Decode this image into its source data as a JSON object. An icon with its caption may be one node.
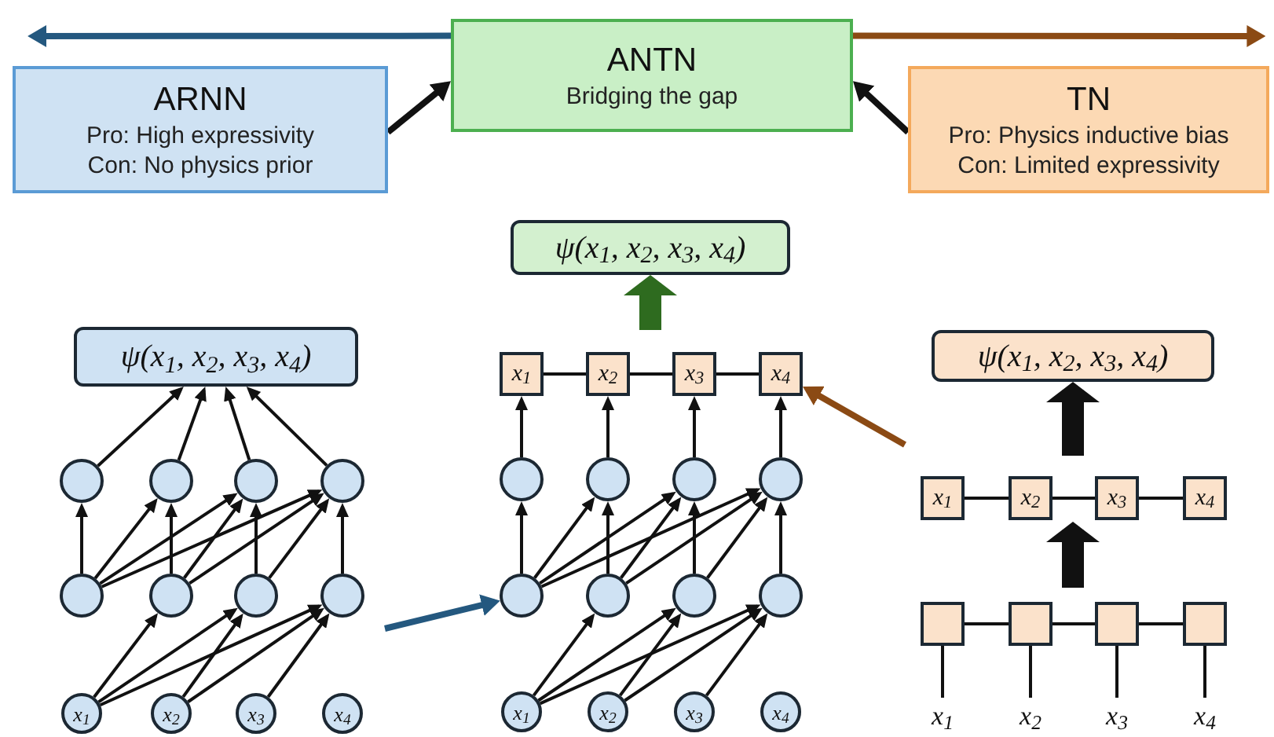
{
  "diagram": {
    "nodes": [
      {
        "text": [
          "ARNN",
          "Pro: High expressivity",
          "Con: No physics prior"
        ]
      },
      {
        "text": [
          "ANTN",
          "Bridging the gap"
        ]
      },
      {
        "text": [
          "TN",
          "Pro: Physics inductive bias",
          "Con: Limited expressivity"
        ]
      },
      {
        "text": [
          "ψ(x$_{1}$, x$_{2}$, x$_{3}$, x$_{4}$)"
        ]
      },
      {
        "text": [],
        "shape": "circle"
      },
      {
        "text": [],
        "shape": "circle"
      },
      {
        "text": [],
        "shape": "circle"
      },
      {
        "text": [],
        "shape": "circle"
      },
      {
        "text": [],
        "shape": "circle"
      },
      {
        "text": [],
        "shape": "circle"
      },
      {
        "text": [],
        "shape": "circle"
      },
      {
        "text": [],
        "shape": "circle"
      },
      {
        "text": [
          "x$_{1}$"
        ]
      },
      {
        "text": [
          "x$_{2}$"
        ]
      },
      {
        "text": [
          "x$_{3}$"
        ]
      },
      {
        "text": [
          "x$_{4}$"
        ]
      },
      {
        "text": [
          "ψ(x$_{1}$, x$_{2}$, x$_{3}$, x$_{4}$)"
        ]
      },
      {
        "text": [
          "x$_{1}$"
        ]
      },
      {
        "text": [
          "x$_{2}$"
        ]
      },
      {
        "text": [
          "x$_{3}$"
        ]
      },
      {
        "text": [
          "x$_{4}$"
        ]
      },
      {
        "text": [],
        "shape": "circle"
      },
      {
        "text": [],
        "shape": "circle"
      },
      {
        "text": [],
        "shape": "circle"
      },
      {
        "text": [],
        "shape": "circle"
      },
      {
        "text": [],
        "shape": "circle"
      },
      {
        "text": [],
        "shape": "circle"
      },
      {
        "text": [],
        "shape": "circle"
      },
      {
        "text": [],
        "shape": "circle"
      },
      {
        "text": [
          "x$_{1}$"
        ]
      },
      {
        "text": [
          "x$_{2}$"
        ]
      },
      {
        "text": [
          "x$_{3}$"
        ]
      },
      {
        "text": [
          "x$_{4}$"
        ]
      },
      {
        "text": [
          "ψ(x$_{1}$, x$_{2}$, x$_{3}$, x$_{4}$)"
        ]
      },
      {
        "text": [
          "x$_{1}$"
        ]
      },
      {
        "text": [
          "x$_{2}$"
        ]
      },
      {
        "text": [
          "x$_{3}$"
        ]
      },
      {
        "text": [
          "x$_{4}$"
        ]
      },
      {
        "text": [],
        "shape": "box"
      },
      {
        "text": [],
        "shape": "box"
      },
      {
        "text": [],
        "shape": "box"
      },
      {
        "text": [],
        "shape": "box"
      },
      {
        "text": [
          "x$_{1}$"
        ]
      },
      {
        "text": [
          "x$_{2}$"
        ]
      },
      {
        "text": [
          "x$_{3}$"
        ]
      },
      {
        "text": [
          "x$_{4}$"
        ]
      }
    ],
    "edges": [
      {
        "from": 1,
        "to": 0,
        "arrow": "to",
        "style": "thick",
        "color": "#24587f"
      },
      {
        "from": 1,
        "to": 2,
        "arrow": "to",
        "style": "thick",
        "color": "#8b4a14"
      },
      {
        "from": 0,
        "to": 1,
        "arrow": "to",
        "style": "thick"
      },
      {
        "from": 2,
        "to": 1,
        "arrow": "to",
        "style": "thick"
      },
      {
        "from": 4,
        "to": 3,
        "arrow": "to"
      },
      {
        "from": 5,
        "to": 3,
        "arrow": "to"
      },
      {
        "from": 6,
        "to": 3,
        "arrow": "to"
      },
      {
        "from": 7,
        "to": 3,
        "arrow": "to"
      },
      {
        "from": 8,
        "to": 4,
        "arrow": "to"
      },
      {
        "from": 8,
        "to": 5,
        "arrow": "to"
      },
      {
        "from": 8,
        "to": 6,
        "arrow": "to"
      },
      {
        "from": 8,
        "to": 7,
        "arrow": "to"
      },
      {
        "from": 9,
        "to": 5,
        "arrow": "to"
      },
      {
        "from": 9,
        "to": 6,
        "arrow": "to"
      },
      {
        "from": 9,
        "to": 7,
        "arrow": "to"
      },
      {
        "from": 10,
        "to": 6,
        "arrow": "to"
      },
      {
        "from": 10,
        "to": 7,
        "arrow": "to"
      },
      {
        "from": 11,
        "to": 7,
        "arrow": "to"
      },
      {
        "from": 12,
        "to": 9,
        "arrow": "to"
      },
      {
        "from": 12,
        "to": 10,
        "arrow": "to"
      },
      {
        "from": 12,
        "to": 11,
        "arrow": "to"
      },
      {
        "from": 13,
        "to": 10,
        "arrow": "to"
      },
      {
        "from": 13,
        "to": 11,
        "arrow": "to"
      },
      {
        "from": 14,
        "to": 11,
        "arrow": "to"
      },
      {
        "from": null,
        "to": 16,
        "arrow": "to",
        "style": "thick",
        "color": "#2e6b1f"
      },
      {
        "from": 17,
        "to": 18,
        "arrow": "none"
      },
      {
        "from": 18,
        "to": 19,
        "arrow": "none"
      },
      {
        "from": 19,
        "to": 20,
        "arrow": "none"
      },
      {
        "from": 21,
        "to": 17,
        "arrow": "to"
      },
      {
        "from": 22,
        "to": 18,
        "arrow": "to"
      },
      {
        "from": 23,
        "to": 19,
        "arrow": "to"
      },
      {
        "from": 24,
        "to": 20,
        "arrow": "to"
      },
      {
        "from": 25,
        "to": 21,
        "arrow": "to"
      },
      {
        "from": 25,
        "to": 22,
        "arrow": "to"
      },
      {
        "from": 25,
        "to": 23,
        "arrow": "to"
      },
      {
        "from": 25,
        "to": 24,
        "arrow": "to"
      },
      {
        "from": 26,
        "to": 22,
        "arrow": "to"
      },
      {
        "from": 26,
        "to": 23,
        "arrow": "to"
      },
      {
        "from": 26,
        "to": 24,
        "arrow": "to"
      },
      {
        "from": 27,
        "to": 23,
        "arrow": "to"
      },
      {
        "from": 27,
        "to": 24,
        "arrow": "to"
      },
      {
        "from": 28,
        "to": 24,
        "arrow": "to"
      },
      {
        "from": 29,
        "to": 26,
        "arrow": "to"
      },
      {
        "from": 29,
        "to": 27,
        "arrow": "to"
      },
      {
        "from": 29,
        "to": 28,
        "arrow": "to"
      },
      {
        "from": 30,
        "to": 27,
        "arrow": "to"
      },
      {
        "from": 30,
        "to": 28,
        "arrow": "to"
      },
      {
        "from": 31,
        "to": 28,
        "arrow": "to"
      },
      {
        "from": null,
        "to": 33,
        "arrow": "to",
        "style": "thick"
      },
      {
        "from": 34,
        "to": 35,
        "arrow": "none"
      },
      {
        "from": 35,
        "to": 36,
        "arrow": "none"
      },
      {
        "from": 36,
        "to": 37,
        "arrow": "none"
      },
      {
        "from": 38,
        "to": 39,
        "arrow": "none"
      },
      {
        "from": 39,
        "to": 40,
        "arrow": "none"
      },
      {
        "from": 40,
        "to": 41,
        "arrow": "none"
      },
      {
        "from": 38,
        "to": 42,
        "arrow": "none"
      },
      {
        "from": 39,
        "to": 43,
        "arrow": "none"
      },
      {
        "from": 40,
        "to": 44,
        "arrow": "none"
      },
      {
        "from": 41,
        "to": 45,
        "arrow": "none"
      },
      {
        "from": null,
        "to": 25,
        "arrow": "to",
        "style": "thick",
        "color": "#24587f"
      },
      {
        "from": null,
        "to": 20,
        "arrow": "to",
        "style": "thick",
        "color": "#8b4a14"
      }
    ]
  }
}
